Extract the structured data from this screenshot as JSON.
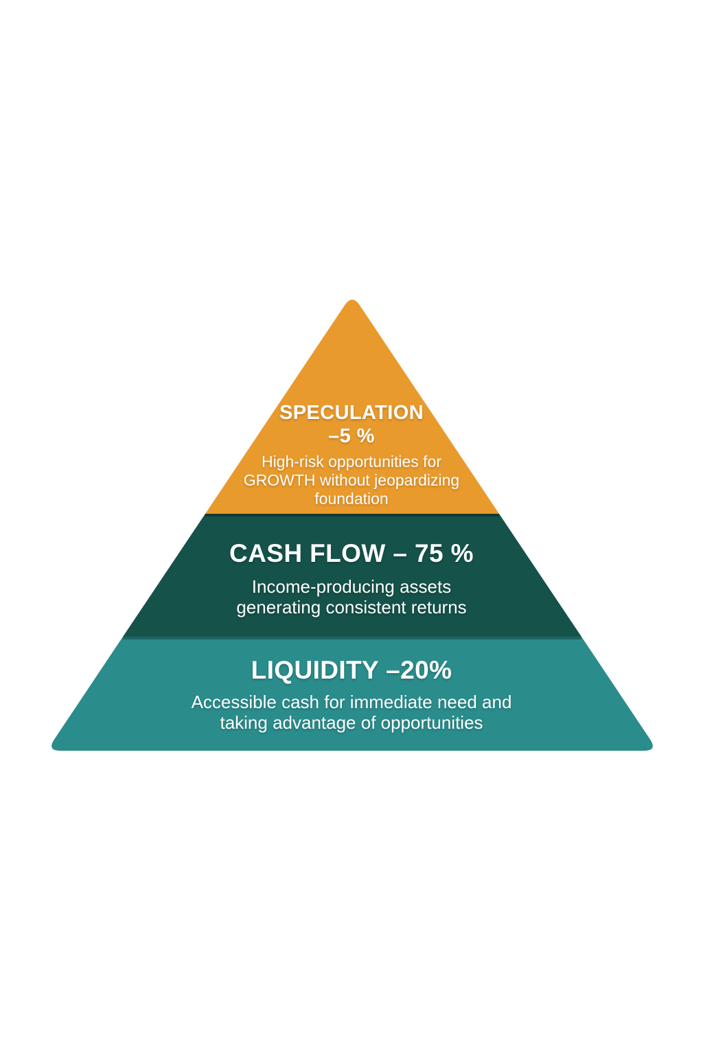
{
  "page": {
    "background_color": "#FFFFFF",
    "text_color": "#FFFFFF"
  },
  "pyramid": {
    "divider_shadow_color": "rgba(0,0,0,0.28)",
    "tiers": [
      {
        "id": "speculation",
        "label": "SPECULATION",
        "percent": "–5 %",
        "description_lines": [
          "High-risk opportunities for",
          "GROWTH without jeopardizing",
          "foundation"
        ],
        "color": "#E99A2D"
      },
      {
        "id": "cash-flow",
        "label": "CASH FLOW – 75 %",
        "description_lines": [
          "Income-producing assets",
          "generating consistent returns"
        ],
        "color": "#15524A"
      },
      {
        "id": "liquidity",
        "label": "LIQUIDITY –20%",
        "description_lines": [
          "Accessible cash for immediate need and",
          "taking advantage of opportunities"
        ],
        "color": "#2B8C8C"
      }
    ]
  }
}
